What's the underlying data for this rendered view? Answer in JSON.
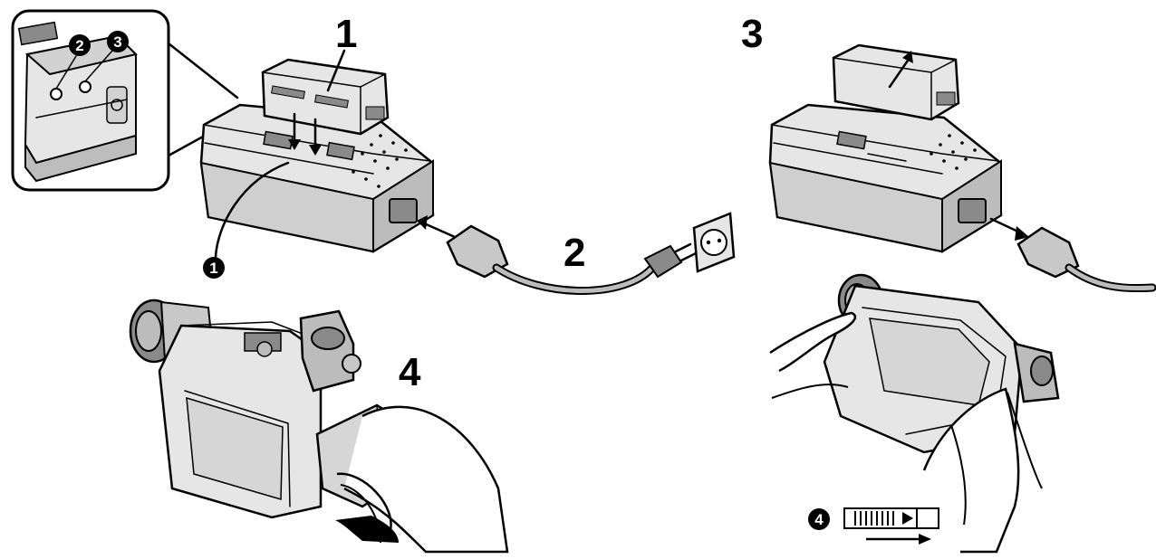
{
  "steps": [
    "1",
    "2",
    "3",
    "4"
  ],
  "callouts": [
    "1",
    "2",
    "3",
    "4"
  ],
  "colors": {
    "ink": "#000000",
    "fill_light": "#e6e6e6",
    "fill_mid": "#c8c8c8",
    "fill_dark": "#8a8a8a"
  }
}
